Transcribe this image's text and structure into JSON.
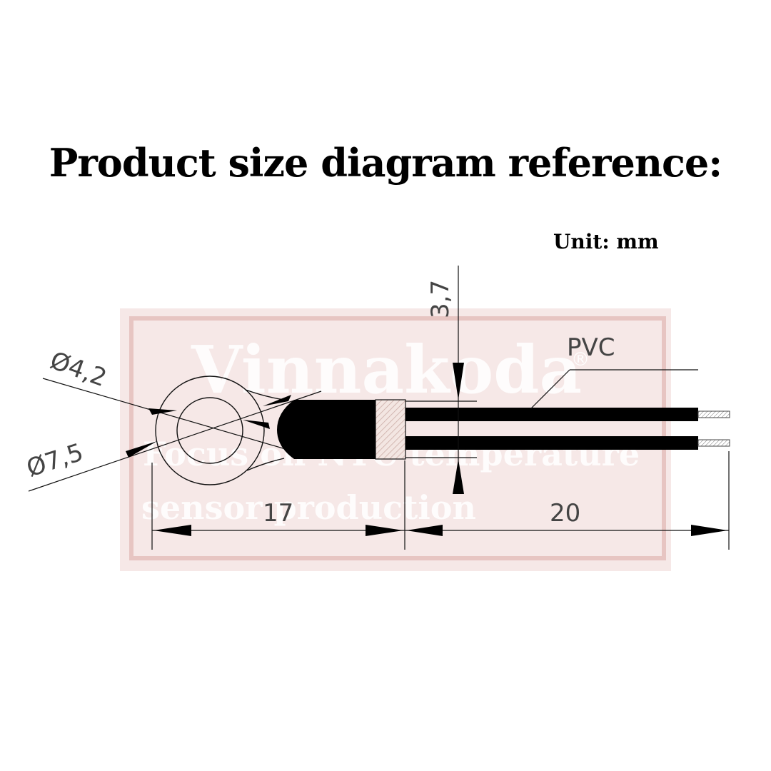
{
  "title": "Product size diagram reference:",
  "unit_label": "Unit: mm",
  "watermark": {
    "brand": "Vinnakoda",
    "registered": "®",
    "tagline_1": "Focus on NTC temperature",
    "tagline_2": "sensor production",
    "color": "#c9797a"
  },
  "dimensions": {
    "inner_diameter": "Ø4,2",
    "outer_diameter": "Ø7,5",
    "thickness": "3,7",
    "insulation": "PVC",
    "body_length": "17",
    "lead_length": "20"
  },
  "colors": {
    "line": "#111111",
    "wire": "#000000",
    "hatch_fill": "#f1e2de"
  }
}
